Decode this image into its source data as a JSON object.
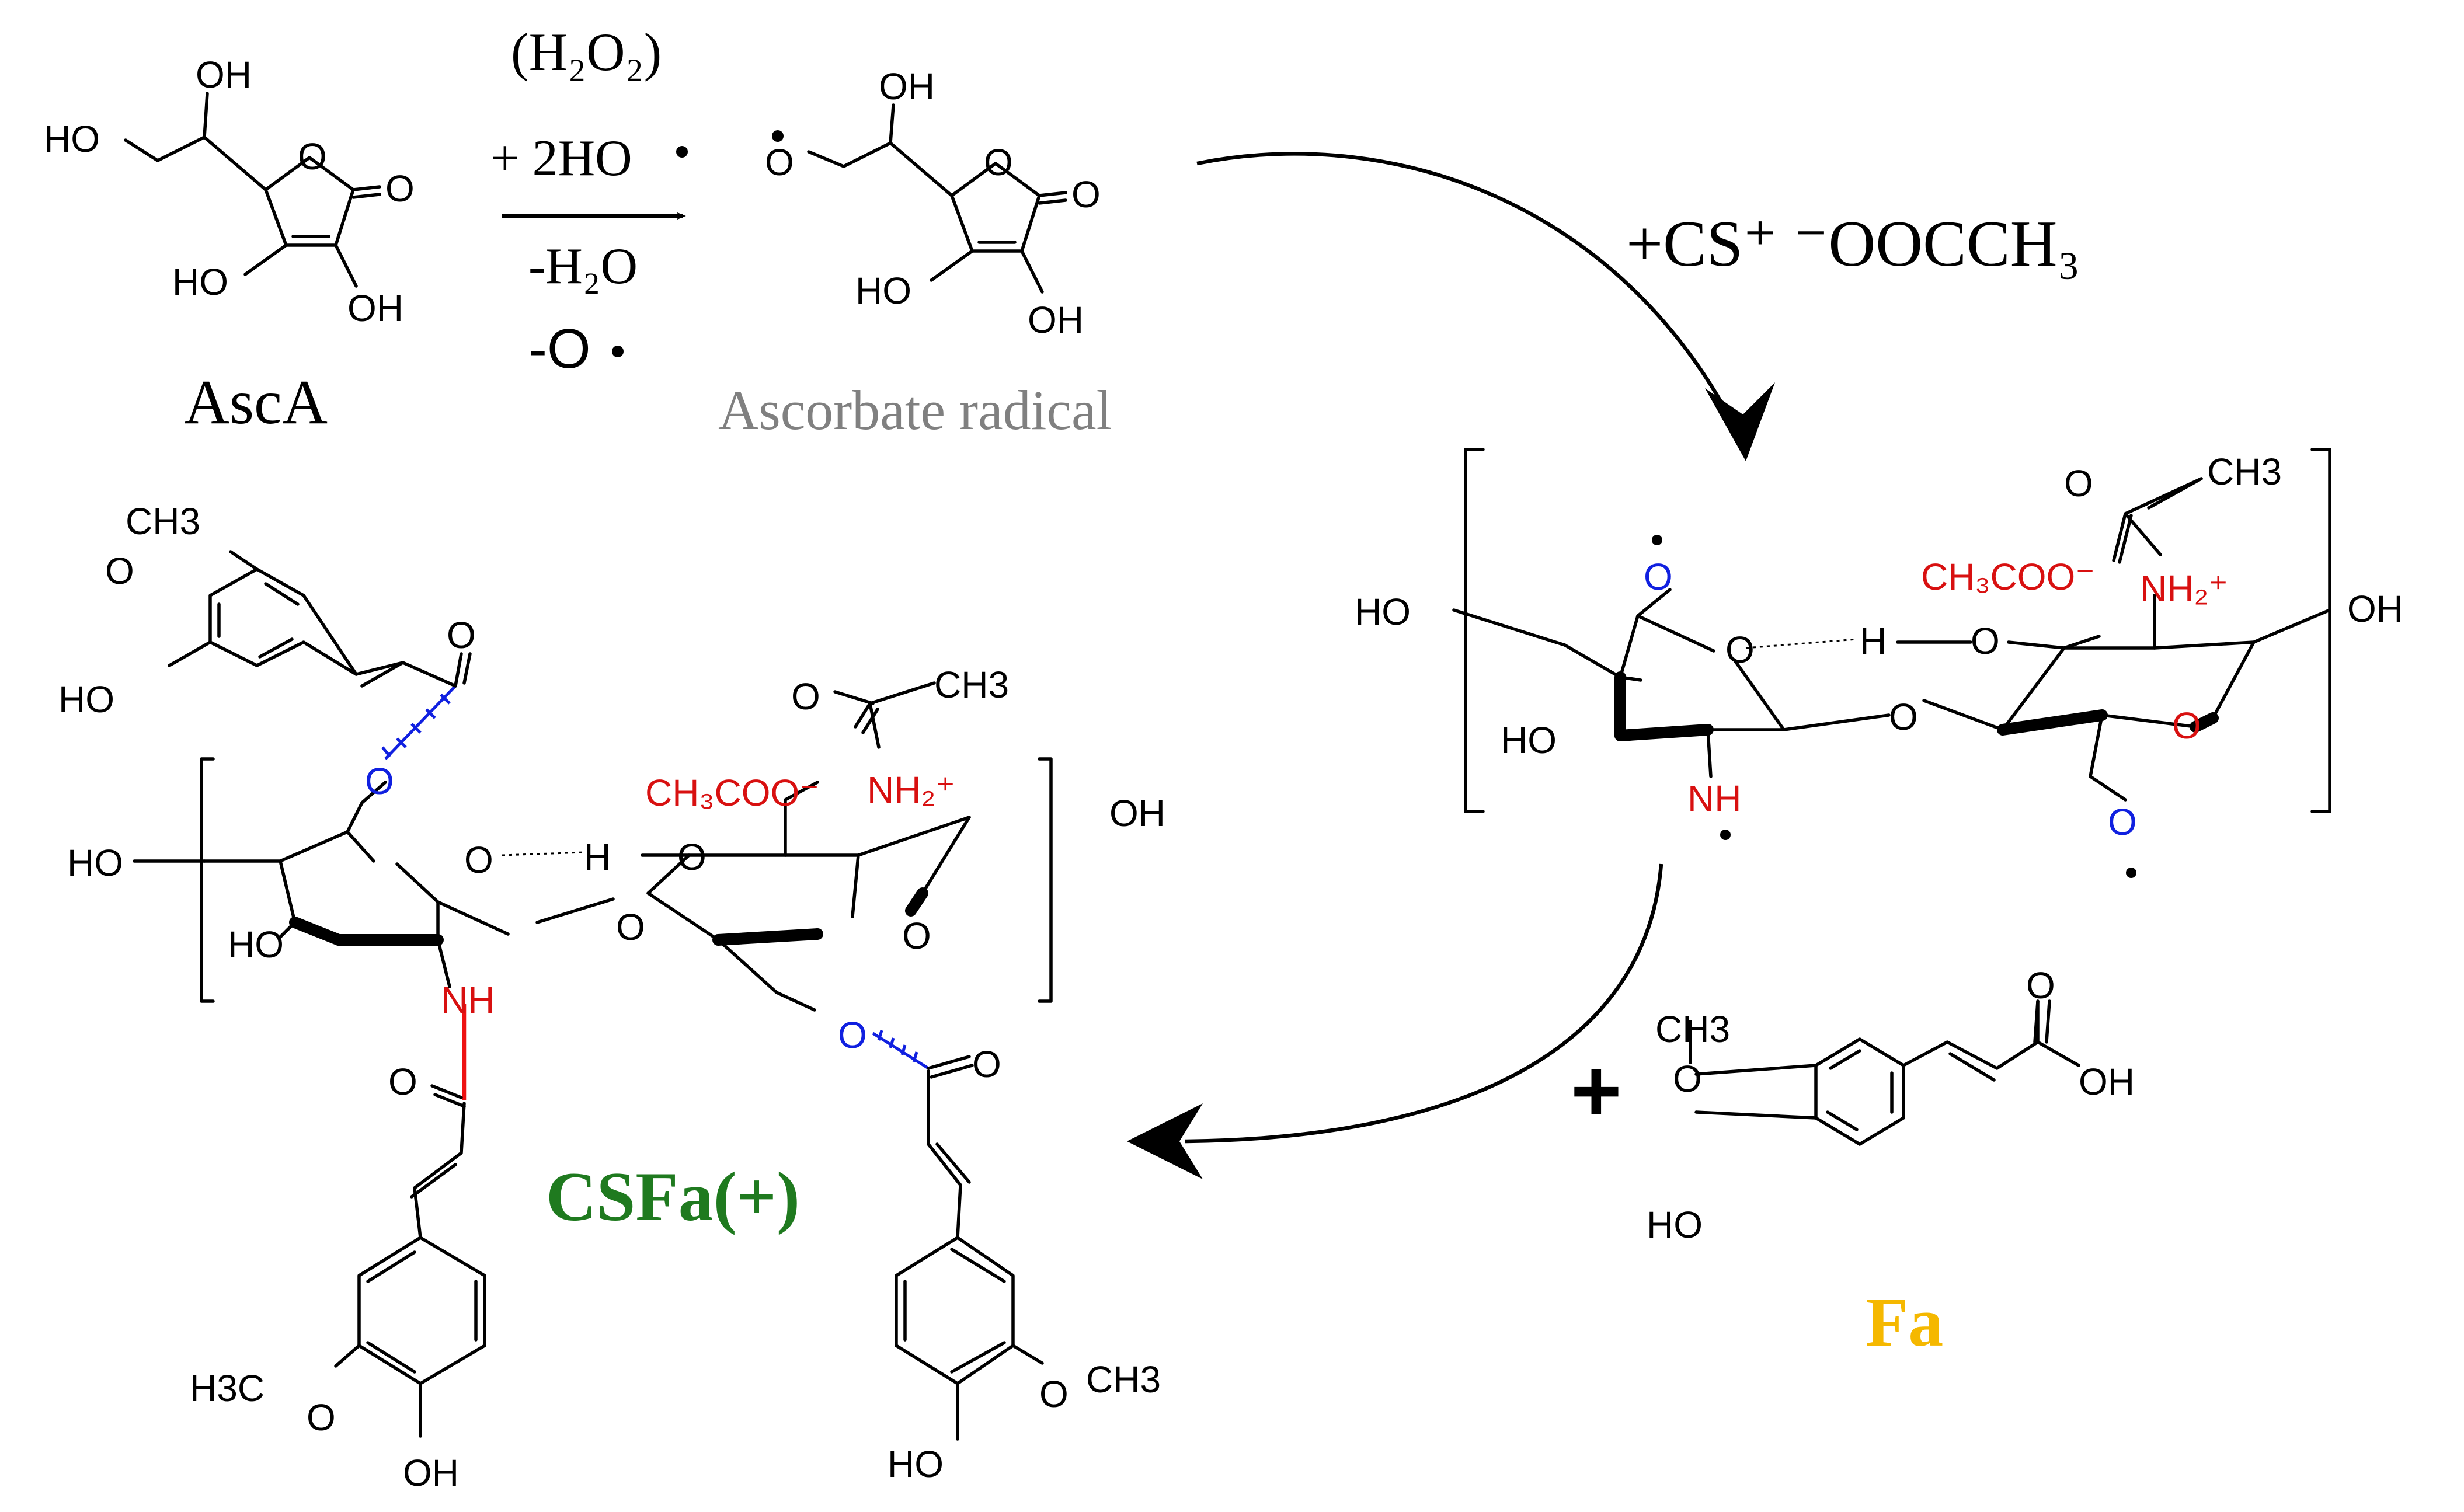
{
  "reaction": {
    "reagent_top": "(H₂O₂)",
    "reagent_hydroxyl": "+ 2HO",
    "byproduct_water": "-H₂O",
    "byproduct_oxygen": "-O"
  },
  "compounds": {
    "ascorbic_acid": "AscA",
    "ascorbate_radical": "Ascorbate radical",
    "chitosan_reagent": "+CS⁺ ⁻OOCCH₃",
    "ferulic_acid": "Fa",
    "product": "CSFa(+)"
  },
  "plus_sign": "+",
  "atoms": {
    "OH": "OH",
    "HO": "HO",
    "O": "O",
    "NH": "NH",
    "H": "H",
    "CH3": "CH3",
    "H3C": "H3C",
    "acetate": "CH₃COO⁻",
    "ammonium": "NH₂⁺"
  },
  "colors": {
    "black": "#000000",
    "red": "#d81010",
    "blue": "#1020e0",
    "green": "#1f7a1f",
    "gold": "#f5b800",
    "gray": "#808080"
  }
}
